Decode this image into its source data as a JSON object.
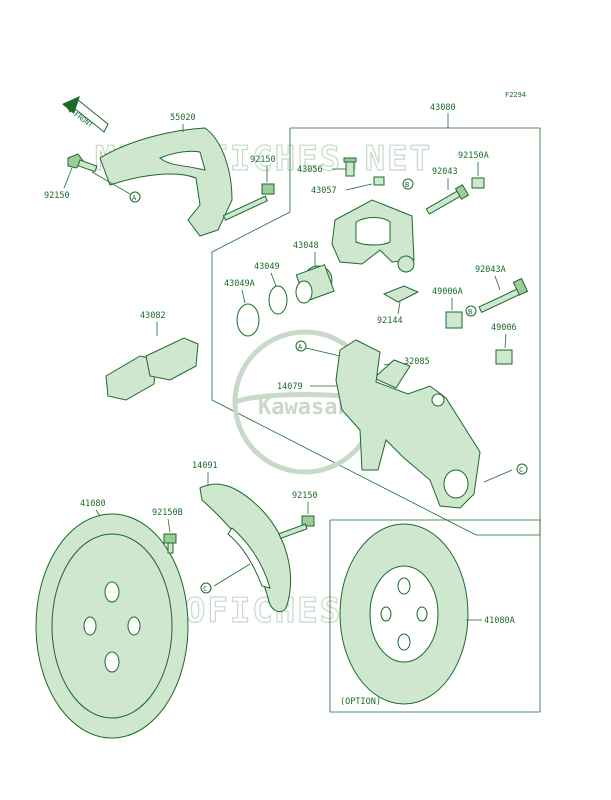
{
  "figure_code": "F2294",
  "front_arrow_text": "FRONT",
  "watermark": "MICROFICHES.NET",
  "logo_text": "Kawasaki",
  "option_label": "(OPTION)",
  "colors": {
    "line": "#1a6b2a",
    "fill": "#cfe6cf",
    "watermark": "#c9d9c9"
  },
  "parts": {
    "p55020": "55020",
    "p92150_left": "92150",
    "p92150_mid": "92150",
    "p43080": "43080",
    "p43056": "43056",
    "p43057": "43057",
    "p92150A": "92150A",
    "p92043": "92043",
    "p43048": "43048",
    "p43049": "43049",
    "p43049A": "43049A",
    "p92043A": "92043A",
    "p49006A": "49006A",
    "p92144": "92144",
    "p49006": "49006",
    "p43082": "43082",
    "p32085": "32085",
    "p14079": "14079",
    "p14091": "14091",
    "p41080": "41080",
    "p92150B": "92150B",
    "p92150_low": "92150",
    "p41080A": "41080A"
  },
  "refs": {
    "a": "A",
    "b": "B",
    "c": "C"
  }
}
